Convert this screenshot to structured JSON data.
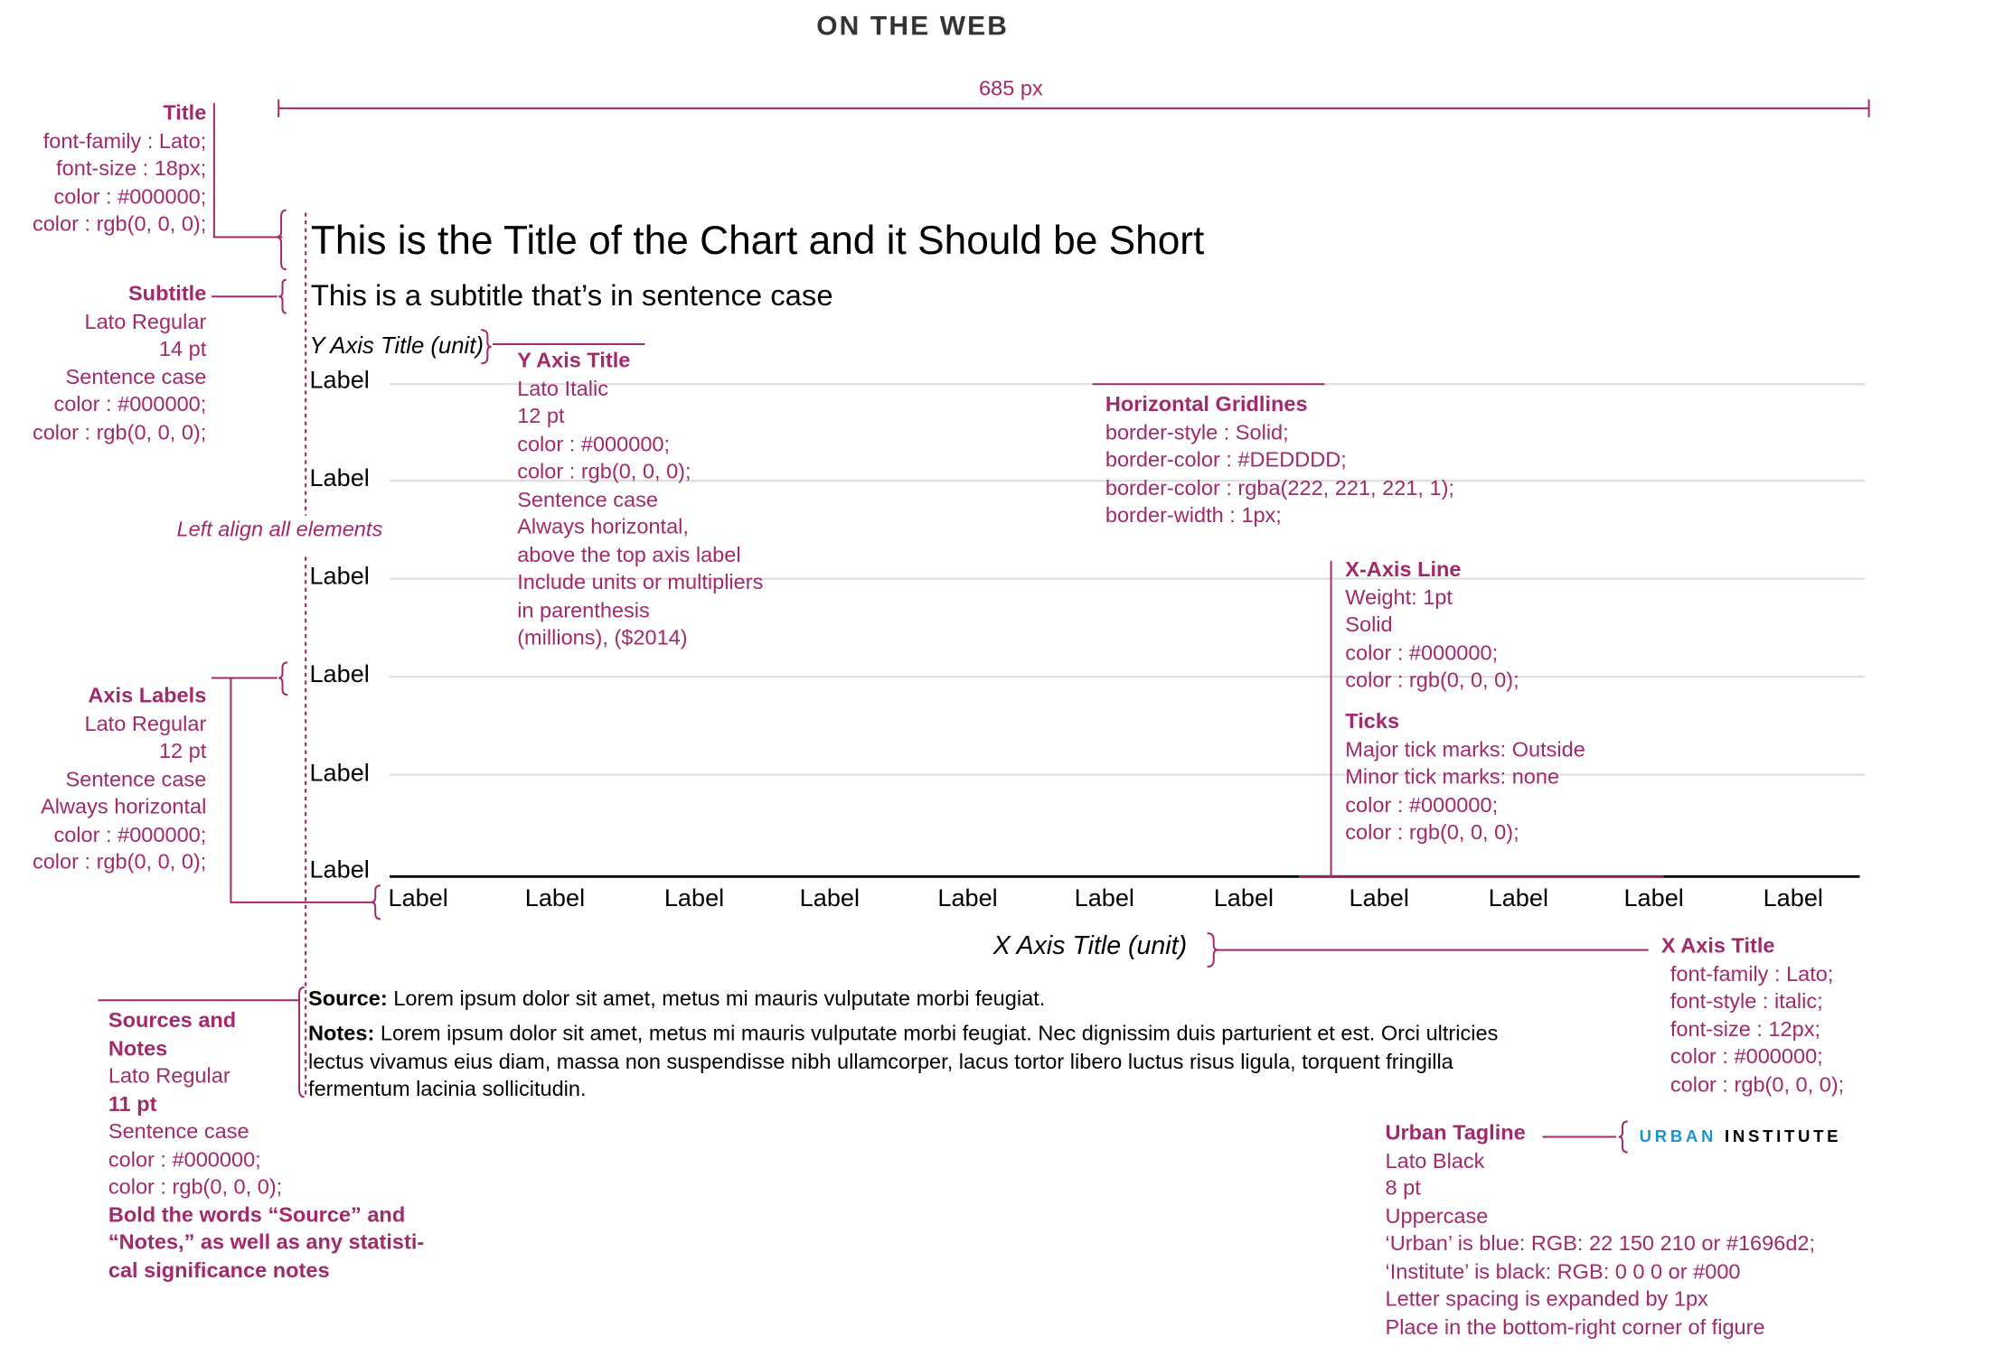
{
  "header": "ON THE WEB",
  "width_label": "685 px",
  "chart": {
    "title": "This is the Title of the Chart and it Should be Short",
    "subtitle": "This is a subtitle that’s in sentence case",
    "y_axis_title": "Y Axis Title (unit)",
    "y_labels": [
      "Label",
      "Label",
      "Label",
      "Label",
      "Label",
      "Label"
    ],
    "x_labels": [
      "Label",
      "Label",
      "Label",
      "Label",
      "Label",
      "Label",
      "Label",
      "Label",
      "Label",
      "Label",
      "Label"
    ],
    "x_axis_title": "X Axis Title (unit)",
    "source_label": "Source:",
    "source_text": "Lorem ipsum dolor sit amet, metus mi mauris vulputate morbi feugiat.",
    "notes_label": "Notes:",
    "notes_lines": [
      "Lorem ipsum dolor sit amet, metus mi mauris vulputate morbi feugiat. Nec dignissim duis parturient et est. Orci ultricies",
      "lectus vivamus eius diam, massa non suspendisse nibh ullamcorper, lacus tortor libero luctus risus ligula, torquent fringilla",
      "fermentum lacinia sollicitudin."
    ],
    "tagline": {
      "urban": "URBAN",
      "institute": "INSTITUTE"
    }
  },
  "annotations": {
    "title": {
      "heading": "Title",
      "lines": [
        "font-family : Lato;",
        "font-size : 18px;",
        "color : #000000;",
        "color : rgb(0, 0, 0);"
      ]
    },
    "subtitle": {
      "heading": "Subtitle",
      "lines": [
        "Lato Regular",
        "14 pt",
        "Sentence case",
        "color : #000000;",
        "color : rgb(0, 0, 0);"
      ]
    },
    "left_align": "Left align all elements",
    "axis_labels": {
      "heading": "Axis Labels",
      "lines": [
        "Lato Regular",
        "12 pt",
        "Sentence case",
        "Always horizontal",
        "color : #000000;",
        "color : rgb(0, 0, 0);"
      ]
    },
    "y_axis_title": {
      "heading": "Y Axis Title",
      "lines": [
        "Lato Italic",
        "12 pt",
        "color : #000000;",
        "color : rgb(0, 0, 0);",
        "Sentence case",
        "Always horizontal,",
        "above the top axis label",
        "Include units or multipliers",
        "in parenthesis",
        "(millions), ($2014)"
      ]
    },
    "gridlines": {
      "heading": "Horizontal Gridlines",
      "lines": [
        "border-style : Solid;",
        "border-color : #DEDDDD;",
        "border-color : rgba(222, 221, 221, 1);",
        "border-width : 1px;"
      ]
    },
    "x_axis_line": {
      "heading": "X-Axis Line",
      "lines": [
        "Weight: 1pt",
        "Solid",
        "color : #000000;",
        "color : rgb(0, 0, 0);"
      ]
    },
    "ticks": {
      "heading": "Ticks",
      "lines": [
        "Major tick marks: Outside",
        "Minor tick marks: none",
        "color : #000000;",
        "color : rgb(0, 0, 0);"
      ]
    },
    "x_axis_title": {
      "heading": "X Axis Title",
      "lines": [
        "font-family : Lato;",
        "font-style : italic;",
        "font-size : 12px;",
        "color : #000000;",
        "color : rgb(0, 0, 0);"
      ]
    },
    "sources": {
      "heading_lines": [
        "Sources and",
        "Notes"
      ],
      "lines": [
        "Lato Regular"
      ],
      "size_line": "11 pt",
      "lines2": [
        "Sentence case",
        "color : #000000;",
        "color : rgb(0, 0, 0);"
      ],
      "bold_lines": [
        "Bold the words “Source” and",
        "“Notes,” as well as any statisti-",
        "cal significance notes"
      ]
    },
    "tagline": {
      "heading": "Urban Tagline",
      "lines": [
        "Lato Black",
        "8 pt",
        "Uppercase",
        "‘Urban’ is blue: RGB: 22 150 210 or #1696d2;",
        "‘Institute’ is black: RGB: 0 0 0 or #000",
        "Letter spacing is expanded by 1px",
        "Place in the bottom-right corner of figure"
      ]
    }
  },
  "colors": {
    "annotation": "#a2296b",
    "gridline": "#DEDDDD",
    "urban_blue": "#1696d2",
    "institute": "#000000"
  }
}
